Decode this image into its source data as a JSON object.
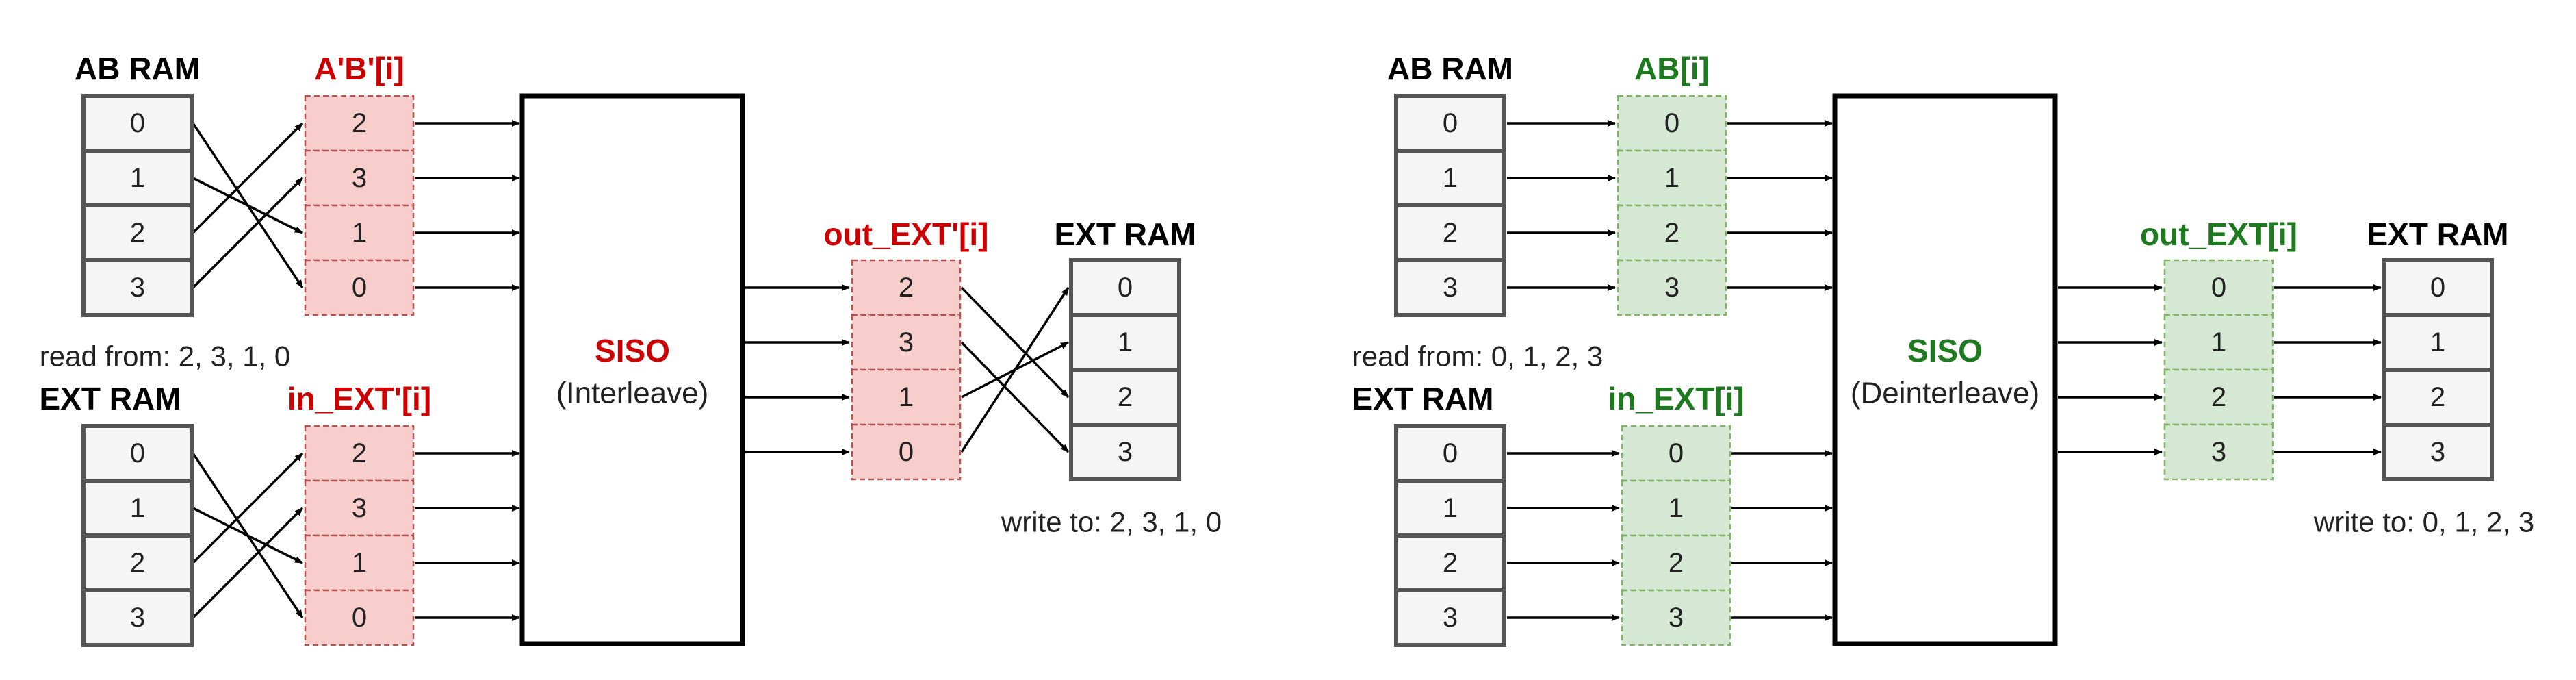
{
  "colors": {
    "red_text": "#cc0000",
    "green_text": "#1e7a1e",
    "ram_fill": "#f5f5f5",
    "ram_stroke": "#555555",
    "red_fill": "#f8cecc",
    "red_stroke": "#b85450",
    "green_fill": "#d5e8d4",
    "green_stroke": "#82b366",
    "black": "#000000"
  },
  "left": {
    "ab_ram": {
      "label": "AB RAM",
      "cells": [
        "0",
        "1",
        "2",
        "3"
      ]
    },
    "ab_perm": {
      "label": "A'B'[i]",
      "cells": [
        "2",
        "3",
        "1",
        "0"
      ]
    },
    "read_note": "read from: 2, 3, 1, 0",
    "ext_ram_in": {
      "label": "EXT RAM",
      "cells": [
        "0",
        "1",
        "2",
        "3"
      ]
    },
    "ext_perm": {
      "label": "in_EXT'[i]",
      "cells": [
        "2",
        "3",
        "1",
        "0"
      ]
    },
    "siso": {
      "title": "SISO",
      "subtitle": "(Interleave)"
    },
    "out": {
      "label": "out_EXT'[i]",
      "cells": [
        "2",
        "3",
        "1",
        "0"
      ]
    },
    "ext_ram_out": {
      "label": "EXT RAM",
      "cells": [
        "0",
        "1",
        "2",
        "3"
      ]
    },
    "write_note": "write to: 2, 3, 1, 0"
  },
  "right": {
    "ab_ram": {
      "label": "AB RAM",
      "cells": [
        "0",
        "1",
        "2",
        "3"
      ]
    },
    "ab_perm": {
      "label": "AB[i]",
      "cells": [
        "0",
        "1",
        "2",
        "3"
      ]
    },
    "read_note": "read from: 0, 1, 2, 3",
    "ext_ram_in": {
      "label": "EXT RAM",
      "cells": [
        "0",
        "1",
        "2",
        "3"
      ]
    },
    "ext_perm": {
      "label": "in_EXT[i]",
      "cells": [
        "0",
        "1",
        "2",
        "3"
      ]
    },
    "siso": {
      "title": "SISO",
      "subtitle": "(Deinterleave)"
    },
    "out": {
      "label": "out_EXT[i]",
      "cells": [
        "0",
        "1",
        "2",
        "3"
      ]
    },
    "ext_ram_out": {
      "label": "EXT RAM",
      "cells": [
        "0",
        "1",
        "2",
        "3"
      ]
    },
    "write_note": "write to: 0, 1, 2, 3"
  }
}
